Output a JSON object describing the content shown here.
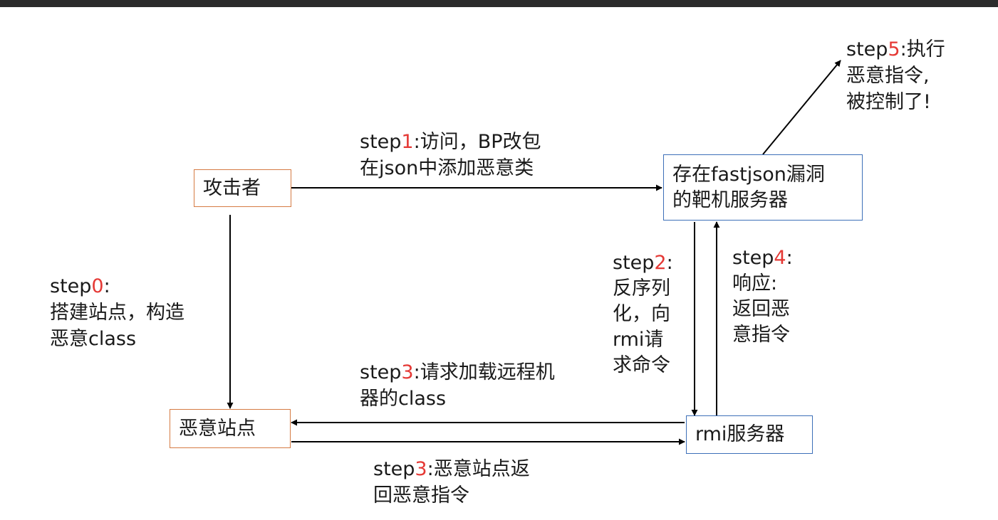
{
  "nodes": {
    "attacker": "攻击者",
    "malicious_site": "恶意站点",
    "target_server": "存在fastjson漏洞的靶机服务器",
    "rmi_server": "rmi服务器"
  },
  "steps": {
    "step0": {
      "prefix": "step",
      "num": "0",
      "text": ":\n搭建站点，构造\n恶意class"
    },
    "step1": {
      "prefix": "step",
      "num": "1",
      "text": ":访问，BP改包\n在json中添加恶意类"
    },
    "step2": {
      "prefix": "step",
      "num": "2",
      "text": ":\n反序列\n化，向\nrmi请\n求命令"
    },
    "step3a": {
      "prefix": "step",
      "num": "3",
      "text": ":请求加载远程机\n器的class"
    },
    "step3b": {
      "prefix": "step",
      "num": "3",
      "text": ":恶意站点返\n回恶意指令"
    },
    "step4": {
      "prefix": "step",
      "num": "4",
      "text": ":\n响应:\n返回恶\n意指令"
    },
    "step5": {
      "prefix": "step",
      "num": "5",
      "text": ":执行\n恶意指令,\n被控制了!"
    }
  },
  "colors": {
    "accent_number": "#e53935",
    "box_orange": "#d57b43",
    "box_blue": "#3d6fb8",
    "arrow": "#000000"
  }
}
